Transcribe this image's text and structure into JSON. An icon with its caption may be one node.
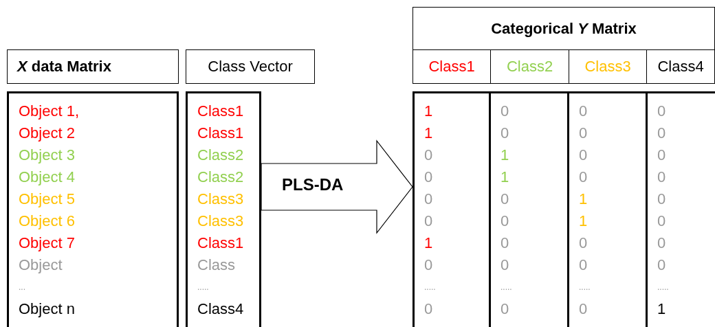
{
  "diagram": {
    "nodes": [
      {
        "text": [
          "*X* data Matrix"
        ]
      },
      {
        "text": [
          "Class Vector"
        ]
      },
      {
        "text": [
          "Object 1,",
          "Object 2",
          "Object 3",
          "Object 4",
          "Object 5",
          "Object 6",
          "Object 7",
          "Object",
          "...",
          "Object n"
        ]
      },
      {
        "text": [
          "Class1",
          "Class1",
          "Class2",
          "Class2",
          "Class3",
          "Class3",
          "Class1",
          "Class",
          ".....",
          "Class4"
        ]
      },
      {
        "text": [
          "Categorical *Y* Matrix"
        ]
      },
      {
        "text": [
          "Class1"
        ]
      },
      {
        "text": [
          "Class2"
        ]
      },
      {
        "text": [
          "Class3"
        ]
      },
      {
        "text": [
          "Class4"
        ]
      },
      {
        "text": [
          "1",
          "1",
          "0",
          "0",
          "0",
          "0",
          "1",
          "0",
          ".....",
          "0"
        ]
      },
      {
        "text": [
          "0",
          "0",
          "1",
          "1",
          "0",
          "0",
          "0",
          "0",
          ".....",
          "0"
        ]
      },
      {
        "text": [
          "0",
          "0",
          "0",
          "0",
          "1",
          "1",
          "0",
          "0",
          ".....",
          "0"
        ]
      },
      {
        "text": [
          "0",
          "0",
          "0",
          "0",
          "0",
          "0",
          "0",
          "0",
          ".....",
          "1"
        ]
      }
    ],
    "edges": [
      {
        "from": 3,
        "to": 9,
        "arrow": "to",
        "label": "PLS-DA"
      }
    ]
  }
}
